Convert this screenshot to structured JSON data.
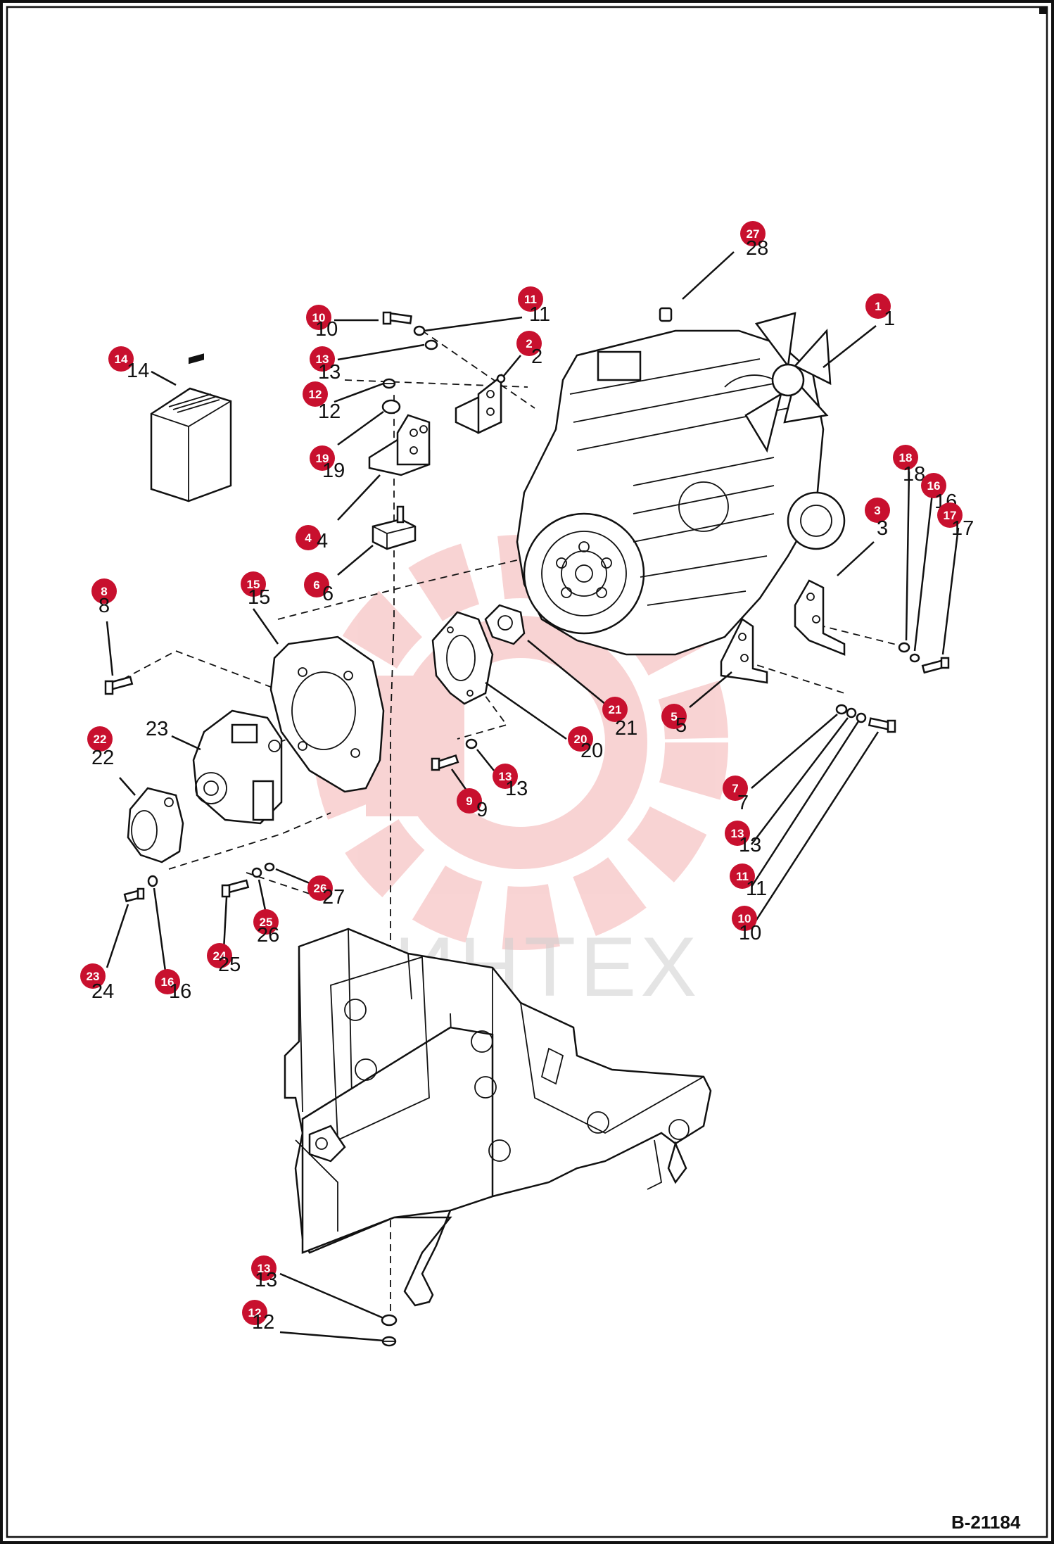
{
  "diagram": {
    "drawing_ref": "B-21184",
    "watermark_text": "ИНТЕХ",
    "accent_color": "#c8102e",
    "watermark_color": "#e23a3a",
    "callouts": [
      {
        "id": "c27",
        "badge": "27",
        "number": "28"
      },
      {
        "id": "c1",
        "badge": "1",
        "number": "1"
      },
      {
        "id": "c10a",
        "badge": "10",
        "number": "10"
      },
      {
        "id": "c11a",
        "badge": "11",
        "number": "11"
      },
      {
        "id": "c13a",
        "badge": "13",
        "number": "13"
      },
      {
        "id": "c2",
        "badge": "2",
        "number": "2"
      },
      {
        "id": "c14",
        "badge": "14",
        "number": "14"
      },
      {
        "id": "c12a",
        "badge": "12",
        "number": "12"
      },
      {
        "id": "c19",
        "badge": "19",
        "number": "19"
      },
      {
        "id": "c4",
        "badge": "4",
        "number": "4"
      },
      {
        "id": "c6",
        "badge": "6",
        "number": "6"
      },
      {
        "id": "c18",
        "badge": "18",
        "number": "18"
      },
      {
        "id": "c16a",
        "badge": "16",
        "number": "16"
      },
      {
        "id": "c17",
        "badge": "17",
        "number": "17"
      },
      {
        "id": "c3",
        "badge": "3",
        "number": "3"
      },
      {
        "id": "c8",
        "badge": "8",
        "number": "8"
      },
      {
        "id": "c15",
        "badge": "15",
        "number": "15"
      },
      {
        "id": "c21",
        "badge": "21",
        "number": "21"
      },
      {
        "id": "c5",
        "badge": "5",
        "number": "5"
      },
      {
        "id": "c20",
        "badge": "20",
        "number": "20"
      },
      {
        "id": "c23a",
        "badge": "",
        "number": "23"
      },
      {
        "id": "c22",
        "badge": "22",
        "number": "22"
      },
      {
        "id": "c13b",
        "badge": "13",
        "number": "13"
      },
      {
        "id": "c9",
        "badge": "9",
        "number": "9"
      },
      {
        "id": "c7",
        "badge": "7",
        "number": "7"
      },
      {
        "id": "c13c",
        "badge": "13",
        "number": "13"
      },
      {
        "id": "c11b",
        "badge": "11",
        "number": "11"
      },
      {
        "id": "c10b",
        "badge": "10",
        "number": "10"
      },
      {
        "id": "c26",
        "badge": "26",
        "number": "27"
      },
      {
        "id": "c25",
        "badge": "25",
        "number": "26"
      },
      {
        "id": "c24",
        "badge": "24",
        "number": "25"
      },
      {
        "id": "c23b",
        "badge": "23",
        "number": "24"
      },
      {
        "id": "c16b",
        "badge": "16",
        "number": "16"
      },
      {
        "id": "c13d",
        "badge": "13",
        "number": "13"
      },
      {
        "id": "c12b",
        "badge": "12",
        "number": "12"
      }
    ]
  }
}
